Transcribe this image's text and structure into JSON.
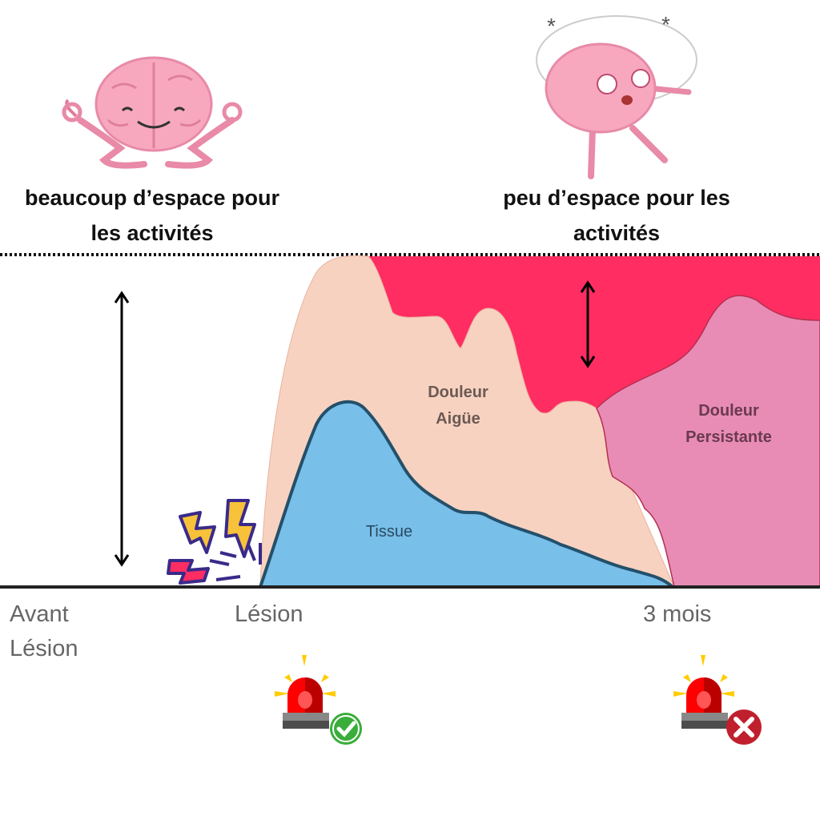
{
  "captions": {
    "left": "beaucoup d’espace pour les activités",
    "right": "peu d’espace pour les activités"
  },
  "areas": {
    "acute": "Douleur Aigüe",
    "acute_line1": "Douleur",
    "acute_line2": "Aigüe",
    "persistent_line1": "Douleur",
    "persistent_line2": "Persistante",
    "tissue": "Tissue"
  },
  "timeline": {
    "before": "Avant Lésion",
    "injury": "Lésion",
    "three_months": "3 mois"
  },
  "icons": {
    "left_brain": "calm-brain-icon",
    "right_brain": "dizzy-brain-icon",
    "injury": "lightning-icon",
    "alarm_ok": "siren-check-icon",
    "alarm_bad": "siren-cross-icon"
  },
  "colors": {
    "space": "#ff2d62",
    "acute": "#f8d2c0",
    "persistent": "#e88cb6",
    "tissue": "#78bfea"
  }
}
